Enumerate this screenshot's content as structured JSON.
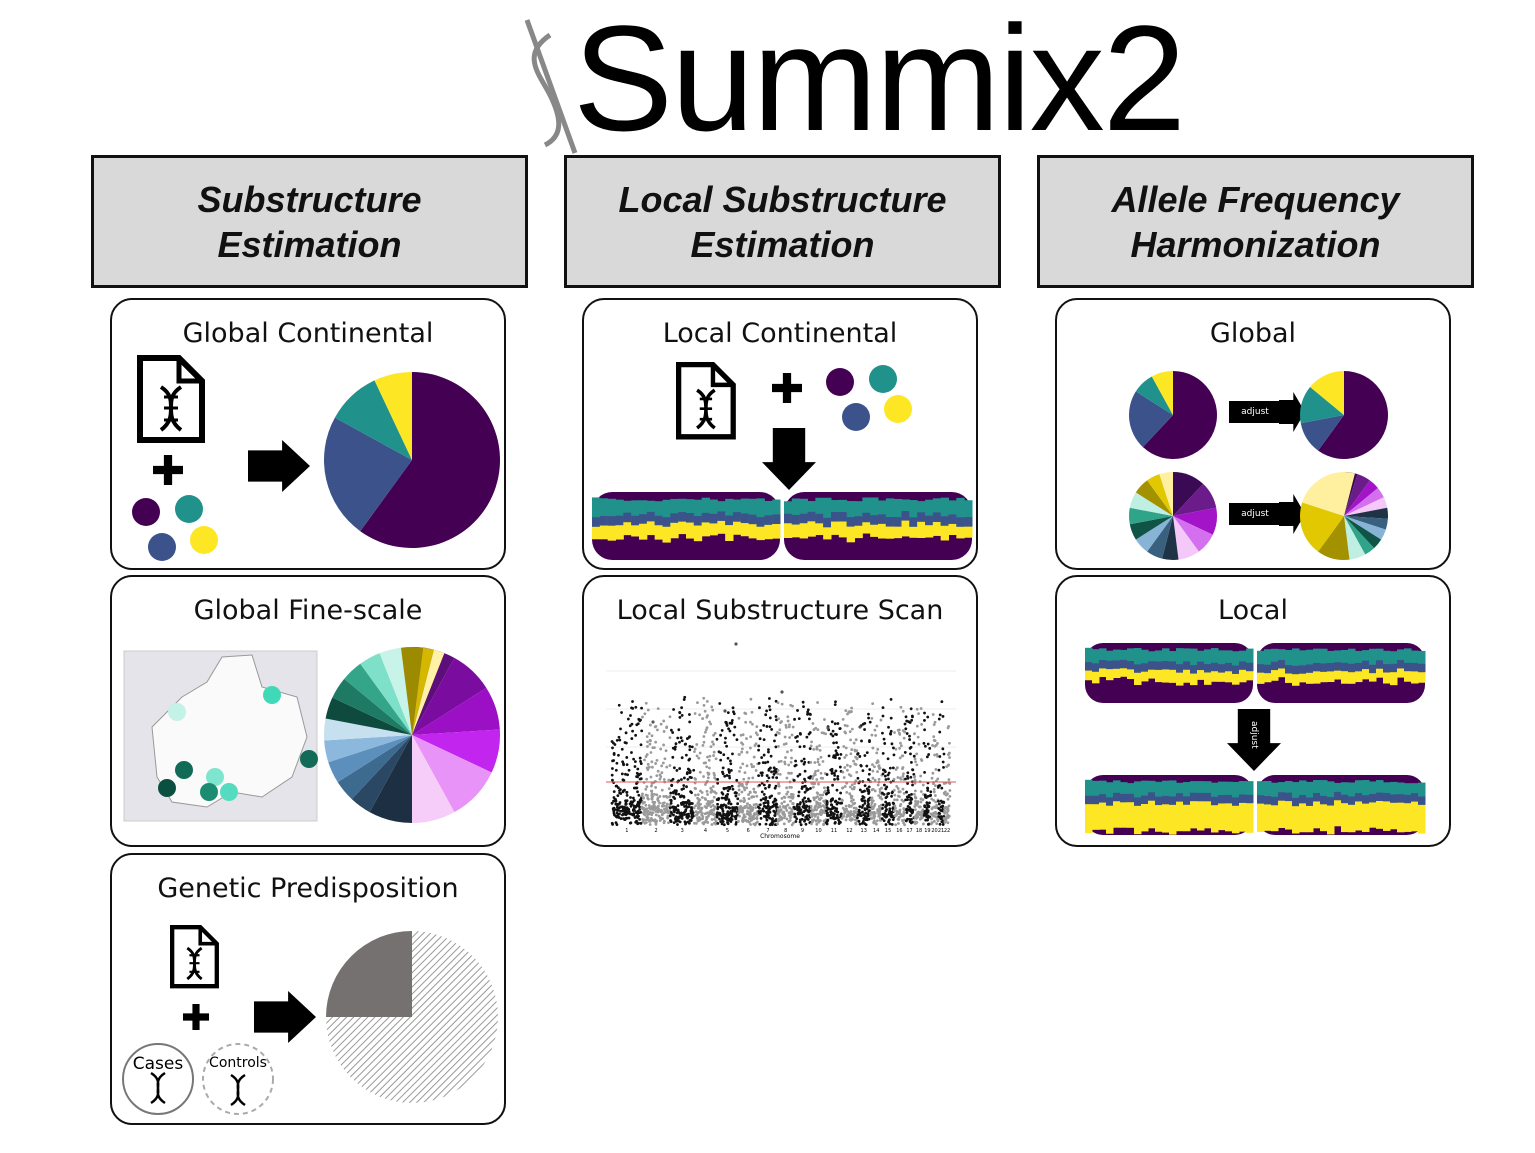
{
  "logo": {
    "text": "Summix2"
  },
  "columns": [
    {
      "header": "Substructure Estimation",
      "header_lines": [
        "Substructure",
        "Estimation"
      ]
    },
    {
      "header": "Local Substructure Estimation",
      "header_lines": [
        "Local Substructure",
        "Estimation"
      ]
    },
    {
      "header": "Allele Frequency Harmonization",
      "header_lines": [
        "Allele Frequency",
        "Harmonization"
      ]
    }
  ],
  "panels": {
    "global_continental": {
      "title": "Global Continental",
      "pie": [
        0.6,
        0.23,
        0.1,
        0.07
      ]
    },
    "global_fine_scale": {
      "title": "Global Fine-scale"
    },
    "genetic_predisposition": {
      "title": "Genetic Predisposition",
      "cases_label": "Cases",
      "controls_label": "Controls",
      "pie": [
        0.75,
        0.25
      ]
    },
    "local_continental": {
      "title": "Local Continental"
    },
    "local_substructure_scan": {
      "title": "Local Substructure Scan",
      "xlabel": "Chromosome",
      "chromosomes": [
        "1",
        "2",
        "3",
        "4",
        "5",
        "6",
        "7",
        "8",
        "9",
        "10",
        "11",
        "12",
        "13",
        "14",
        "15",
        "16",
        "17",
        "18",
        "19",
        "20",
        "21",
        "22"
      ]
    },
    "global": {
      "title": "Global",
      "adjust_label": "adjust",
      "pie_before": [
        0.62,
        0.22,
        0.08,
        0.08
      ],
      "pie_after": [
        0.6,
        0.12,
        0.14,
        0.14
      ]
    },
    "local": {
      "title": "Local",
      "adjust_label": "adjust"
    }
  },
  "colors": {
    "purple": "#440154",
    "blue": "#3b528b",
    "teal": "#21918c",
    "yellow": "#fde725",
    "threshold": "#e05555"
  }
}
